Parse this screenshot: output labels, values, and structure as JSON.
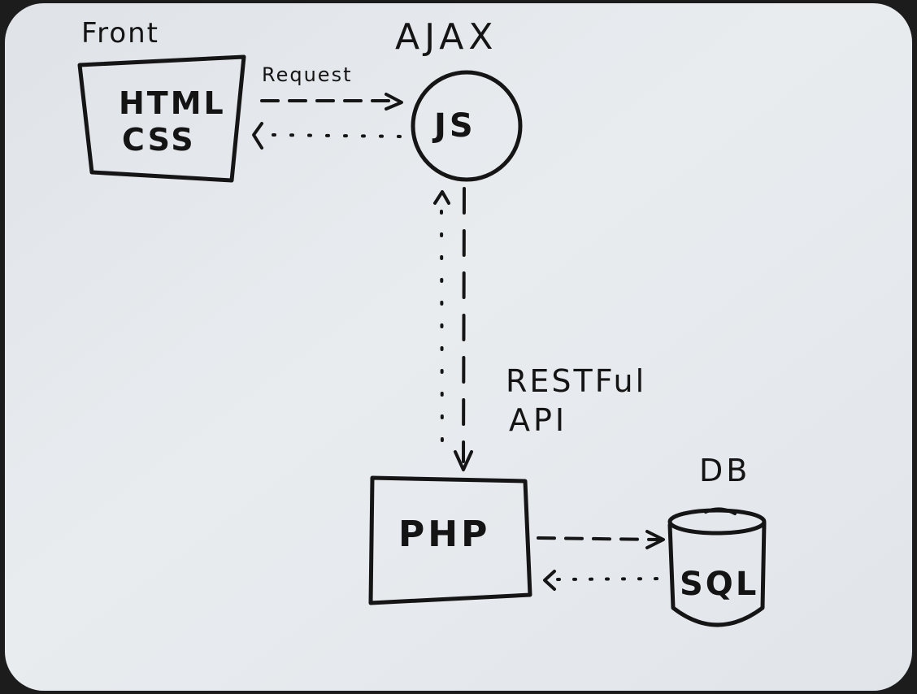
{
  "labels": {
    "front": "Front",
    "ajax": "AJAX",
    "request": "Request",
    "html": "HTML",
    "css": "CSS",
    "js": "JS",
    "api_line1": "RESTFul",
    "api_line2": "API",
    "php": "PHP",
    "db": "DB",
    "sql": "SQL"
  },
  "colors": {
    "board": "#e6e9ed",
    "ink": "#151515",
    "frame": "#1c1c1c"
  }
}
